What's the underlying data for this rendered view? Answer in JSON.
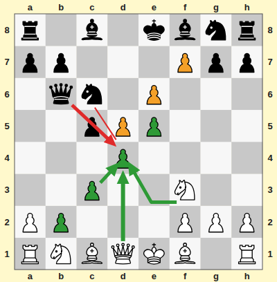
{
  "diagram": {
    "labels": [
      "a",
      "b",
      "c",
      "d",
      "e",
      "f",
      "g",
      "h",
      "8",
      "8",
      "7",
      "7",
      "6",
      "6",
      "5",
      "5",
      "4",
      "4",
      "3",
      "3",
      "2",
      "2",
      "1",
      "1",
      "a",
      "b",
      "c",
      "d",
      "e",
      "f",
      "g",
      "h"
    ]
  }
}
